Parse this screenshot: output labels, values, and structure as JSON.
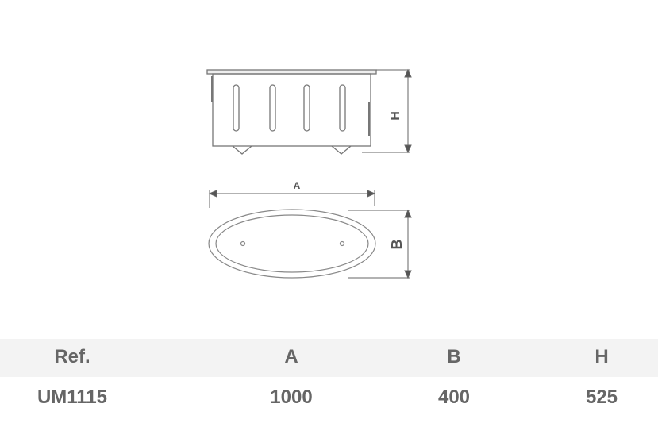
{
  "drawing": {
    "labels": {
      "width": "A",
      "depth": "B",
      "height": "H"
    }
  },
  "table": {
    "headers": [
      "Ref.",
      "A",
      "B",
      "H"
    ],
    "rows": [
      [
        "UM1115",
        "1000",
        "400",
        "525"
      ]
    ]
  }
}
